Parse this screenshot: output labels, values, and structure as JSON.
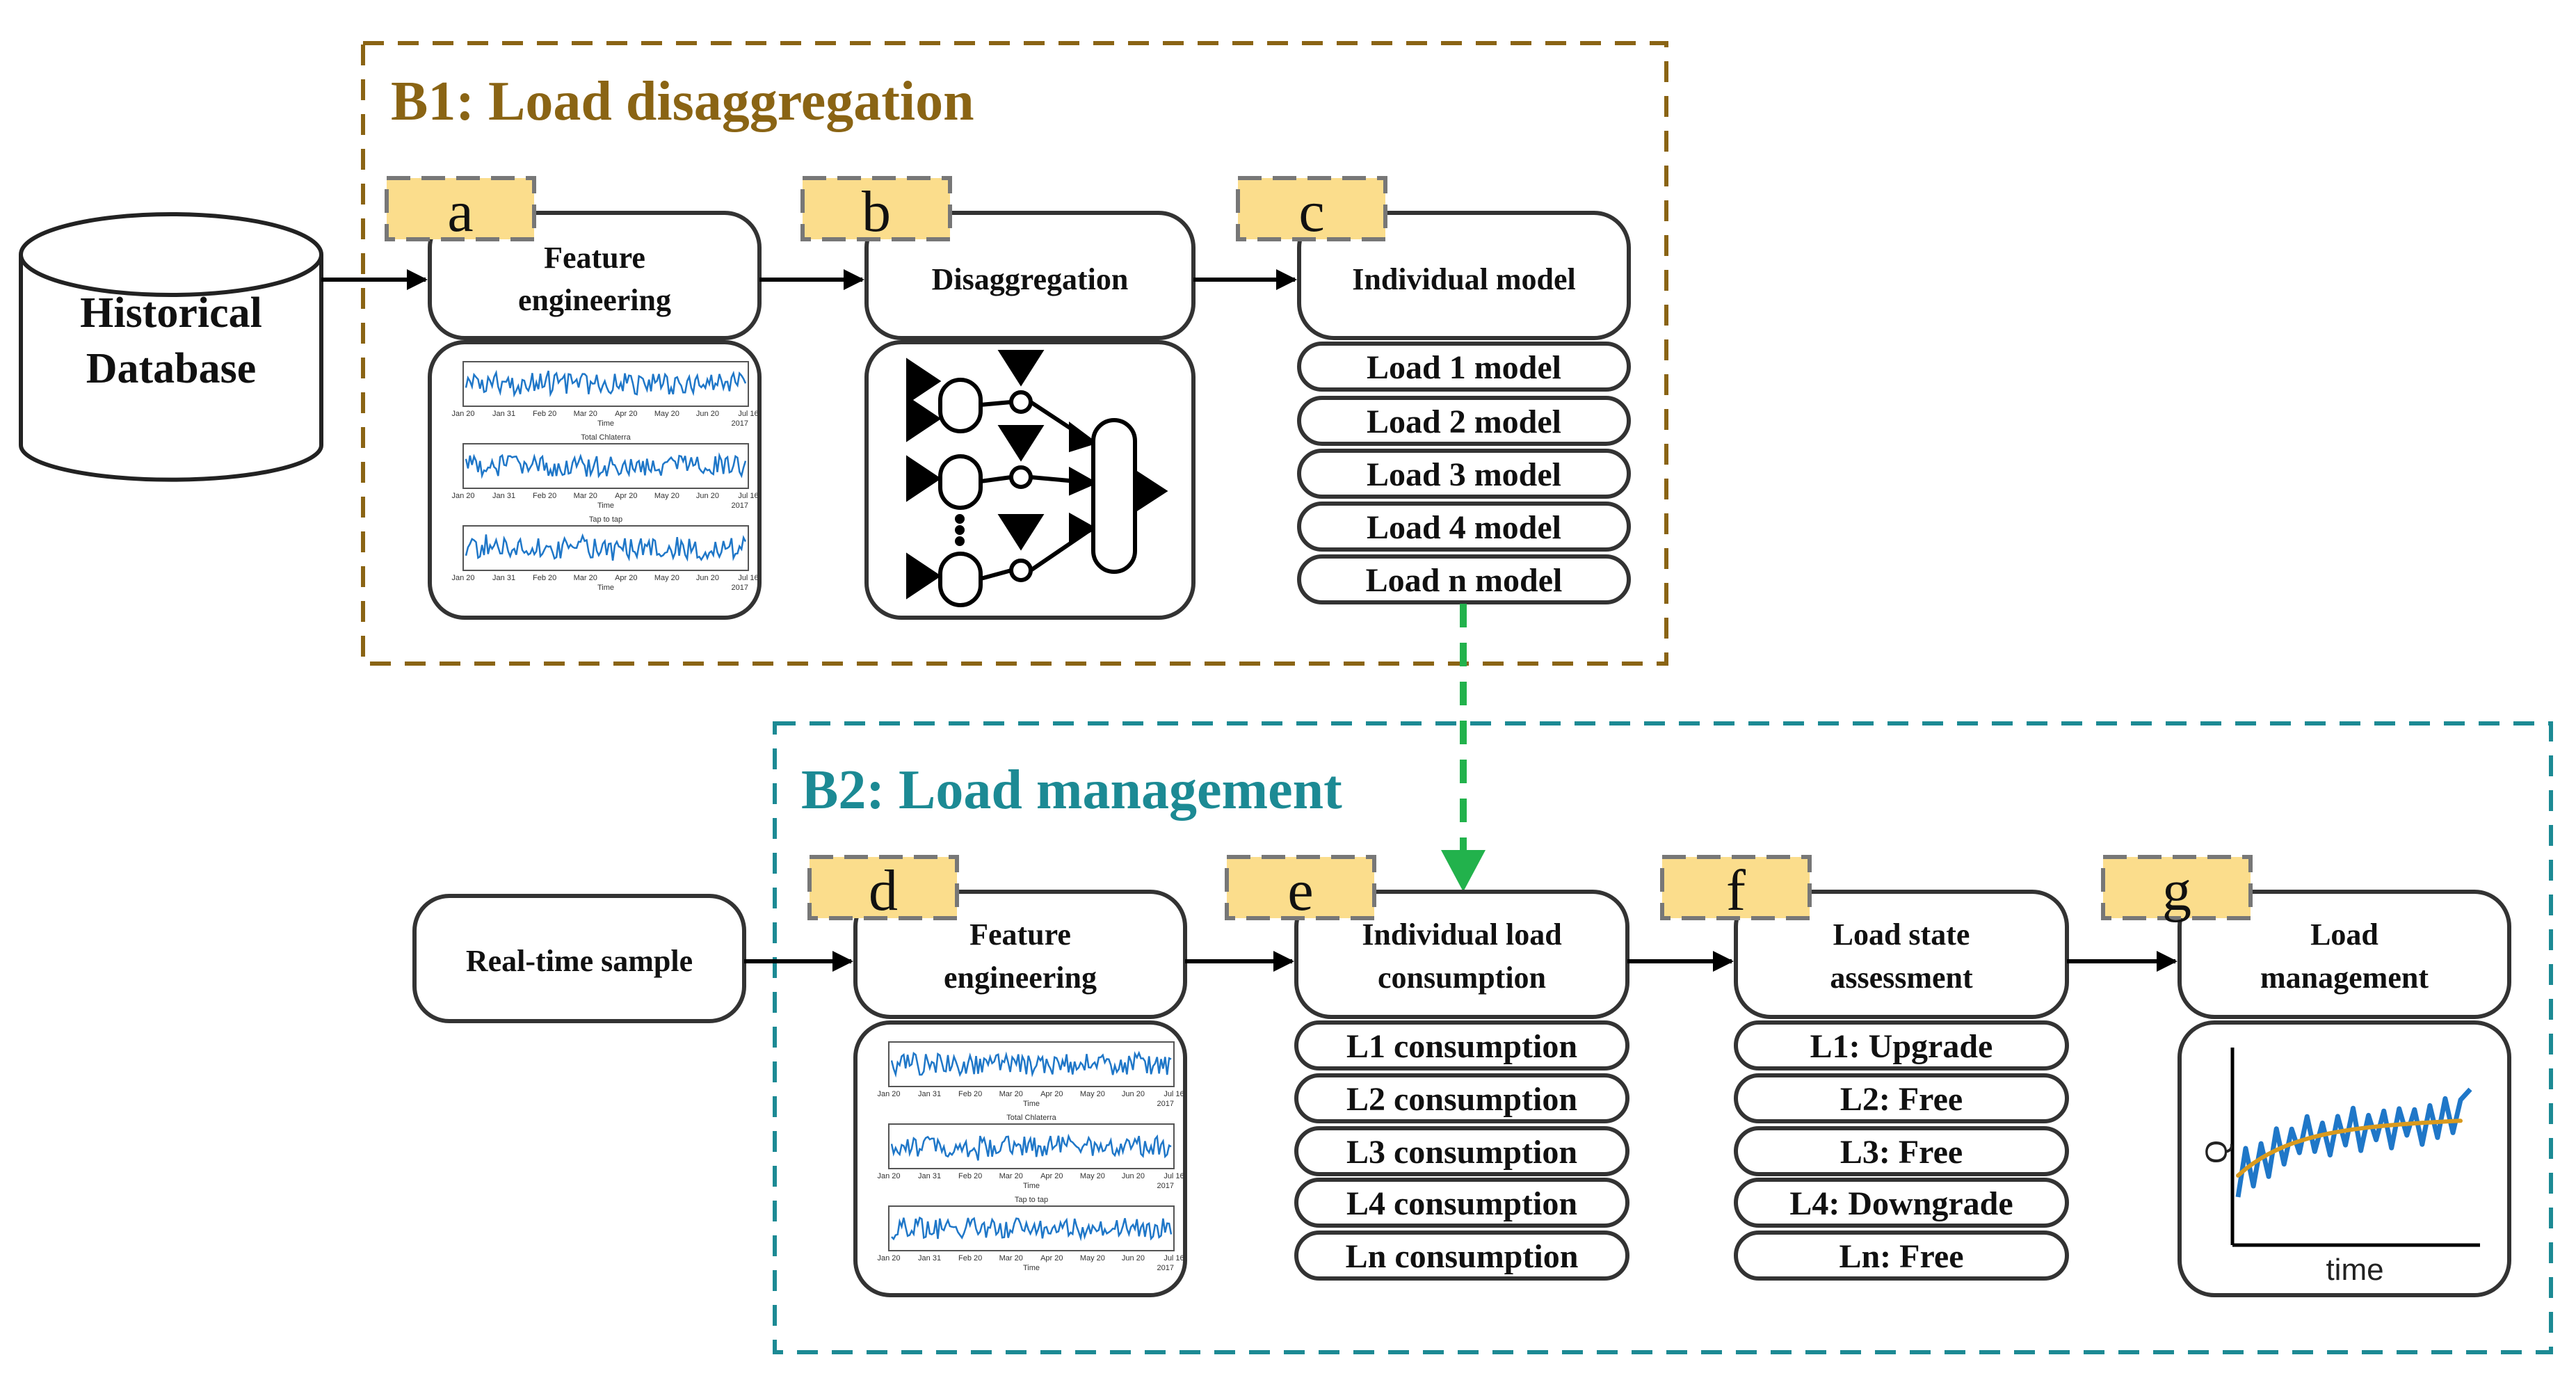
{
  "sections": {
    "b1": {
      "title": "B1: Load disaggregation"
    },
    "b2": {
      "title": "B2: Load management"
    }
  },
  "database": {
    "line1": "Historical",
    "line2": "Database"
  },
  "tags": {
    "a": "a",
    "b": "b",
    "c": "c",
    "d": "d",
    "e": "e",
    "f": "f",
    "g": "g"
  },
  "b1": {
    "feature": {
      "line1": "Feature",
      "line2": "engineering"
    },
    "disagg": {
      "label": "Disaggregation"
    },
    "individual": {
      "label": "Individual model"
    },
    "models": [
      "Load 1 model",
      "Load 2 model",
      "Load 3 model",
      "Load 4 model",
      "Load n model"
    ]
  },
  "b2": {
    "realtime": {
      "label": "Real-time sample"
    },
    "feature": {
      "line1": "Feature",
      "line2": "engineering"
    },
    "consumption": {
      "line1": "Individual load",
      "line2": "consumption"
    },
    "consumptions": [
      "L1 consumption",
      "L2 consumption",
      "L3 consumption",
      "L4 consumption",
      "Ln consumption"
    ],
    "state": {
      "line1": "Load state",
      "line2": "assessment"
    },
    "states": [
      "L1: Upgrade",
      "L2: Free",
      "L3: Free",
      "L4: Downgrade",
      "Ln: Free"
    ],
    "management": {
      "line1": "Load",
      "line2": "management"
    },
    "plot": {
      "ylabel": "Q",
      "xlabel": "time"
    }
  },
  "mini_charts": {
    "titles": [
      "Total Chlaterra",
      "Tap to tap"
    ],
    "xlabel": "Time",
    "year": "2017",
    "ticks": [
      "Jan 20",
      "Jan 31",
      "Feb 20",
      "Mar 20",
      "Apr 20",
      "May 20",
      "Jun 20",
      "Jul 16"
    ]
  },
  "colors": {
    "b1_border": "#8a6414",
    "b2_border": "#1c8a94",
    "tag_fill": "#fbdd8c",
    "signal": "#1f77c8",
    "trend": "#d99a1e",
    "dashed_arrow": "#22b24c"
  }
}
